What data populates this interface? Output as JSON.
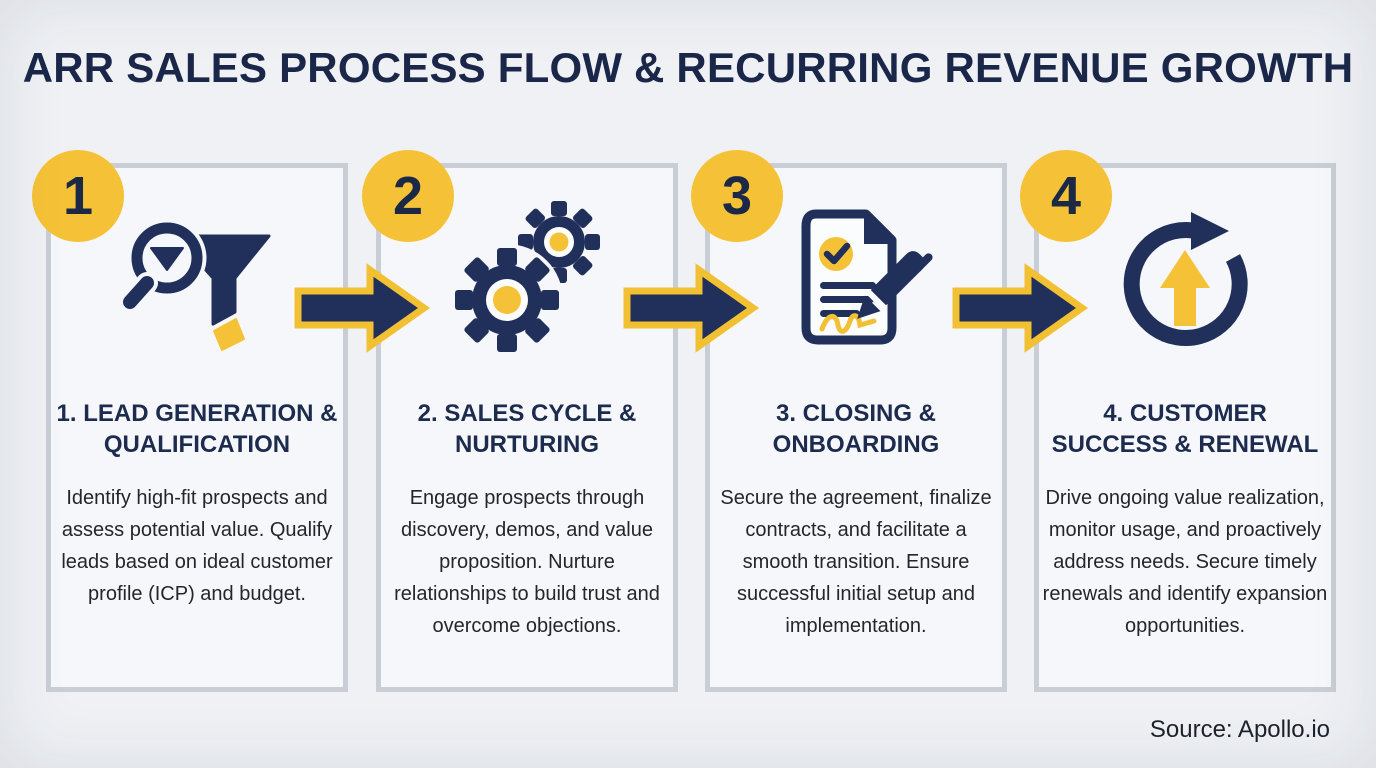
{
  "page": {
    "title": "ARR SALES PROCESS FLOW & RECURRING REVENUE GROWTH",
    "source": "Source: Apollo.io"
  },
  "colors": {
    "navy": "#20305a",
    "yellow": "#f5c237",
    "arrow_border_yellow": "#f2c033",
    "page_background": "#eff1f5",
    "card_background": "#f5f7fa",
    "card_border": "#c9cdd5",
    "body_text": "#23262c",
    "heading_text": "#1c2b4e"
  },
  "steps": [
    {
      "number": "1",
      "icon": "search-funnel-icon",
      "title": "1. LEAD GENERATION & QUALIFICATION",
      "description": "Identify high-fit prospects and assess potential value. Qualify leads based on ideal customer profile (ICP) and budget."
    },
    {
      "number": "2",
      "icon": "gears-icon",
      "title": "2. SALES CYCLE & NURTURING",
      "description": "Engage prospects through discovery, demos, and value proposition. Nurture relationships to build trust and overcome objections."
    },
    {
      "number": "3",
      "icon": "contract-signing-icon",
      "title": "3. CLOSING & ONBOARDING",
      "description": "Secure the agreement, finalize contracts, and facilitate a smooth transition. Ensure successful initial setup and implementation."
    },
    {
      "number": "4",
      "icon": "renewal-cycle-icon",
      "title": "4. CUSTOMER SUCCESS & RENEWAL",
      "description": "Drive ongoing value realization, monitor usage, and proactively address needs. Secure timely renewals and identify expansion opportunities."
    }
  ]
}
